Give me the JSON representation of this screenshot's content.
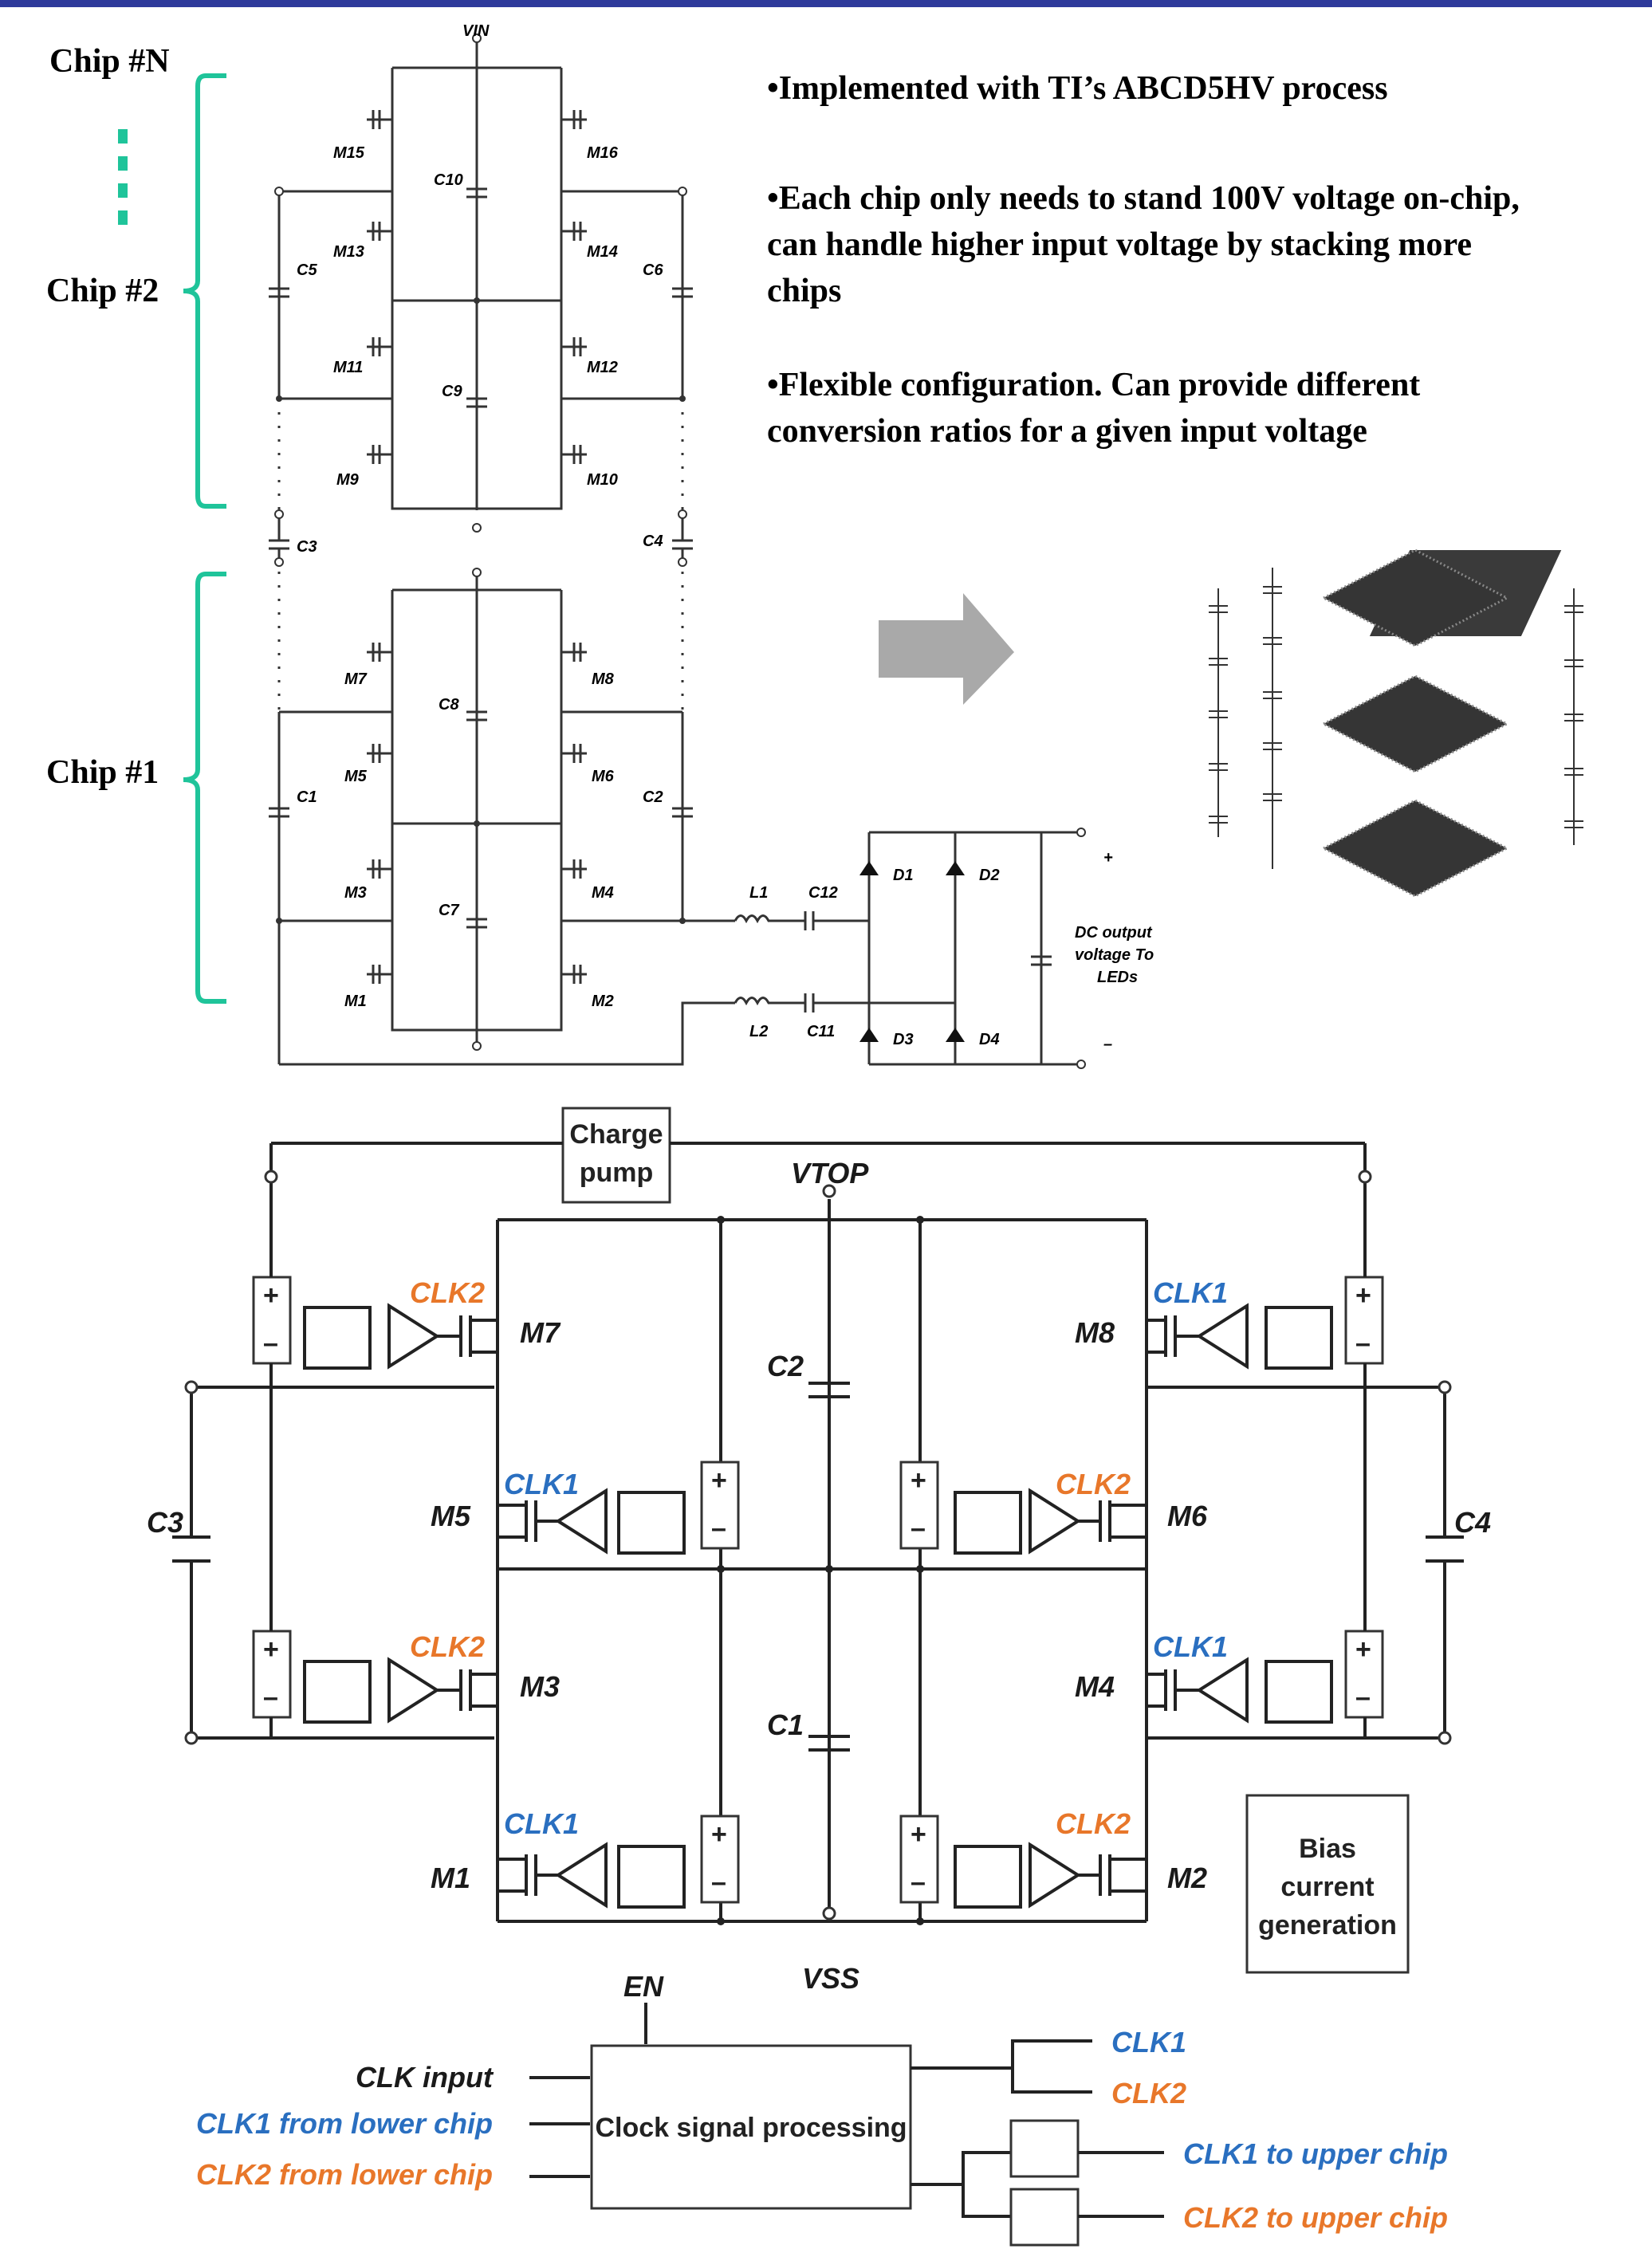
{
  "colors": {
    "accent_bar": "#2e3a9b",
    "bracket": "#1fc49a",
    "clk1": "#2a6fc0",
    "clk2": "#e8772a",
    "arrow": "#a9a9a9",
    "chip": "#3a3a3a"
  },
  "chips": {
    "n": "Chip #N",
    "two": "Chip #2",
    "one": "Chip #1"
  },
  "bullets": [
    [
      "•Implemented with TI’s ABCD5HV process"
    ],
    [
      "•Each chip only needs to stand 100V voltage on-chip,",
      "can handle higher input voltage by stacking  more",
      "chips"
    ],
    [
      "•Flexible configuration. Can provide different",
      "conversion ratios for a given input voltage"
    ]
  ],
  "top_schematic": {
    "vin": "VIN",
    "transistors": [
      "M15",
      "M16",
      "M13",
      "M14",
      "M11",
      "M12",
      "M9",
      "M10",
      "M7",
      "M8",
      "M5",
      "M6",
      "M3",
      "M4",
      "M1",
      "M2"
    ],
    "caps": [
      "C10",
      "C9",
      "C5",
      "C6",
      "C3",
      "C4",
      "C8",
      "C7",
      "C1",
      "C2",
      "C12",
      "C11"
    ],
    "inductors": [
      "L1",
      "L2"
    ],
    "diodes": [
      "D1",
      "D2",
      "D3",
      "D4"
    ],
    "plus": "+",
    "minus": "–",
    "dc_output": [
      "DC output",
      "voltage To",
      "LEDs"
    ]
  },
  "bottom_schematic": {
    "charge_pump": [
      "Charge",
      "pump"
    ],
    "vtop": "VTOP",
    "vss": "VSS",
    "en": "EN",
    "clk1": "CLK1",
    "clk2": "CLK2",
    "transistors": [
      "M7",
      "M8",
      "M5",
      "M6",
      "M3",
      "M4",
      "M1",
      "M2"
    ],
    "caps": [
      "C2",
      "C1",
      "C3",
      "C4"
    ],
    "bias": [
      "Bias",
      "current",
      "generation"
    ],
    "clock_proc": "Clock signal processing",
    "inputs": [
      "CLK input",
      "CLK1 from lower chip",
      "CLK2 from lower chip"
    ],
    "outputs": [
      "CLK1",
      "CLK2",
      "CLK1 to upper chip",
      "CLK2 to upper chip"
    ],
    "supply_plus": "+",
    "supply_minus": "–"
  }
}
